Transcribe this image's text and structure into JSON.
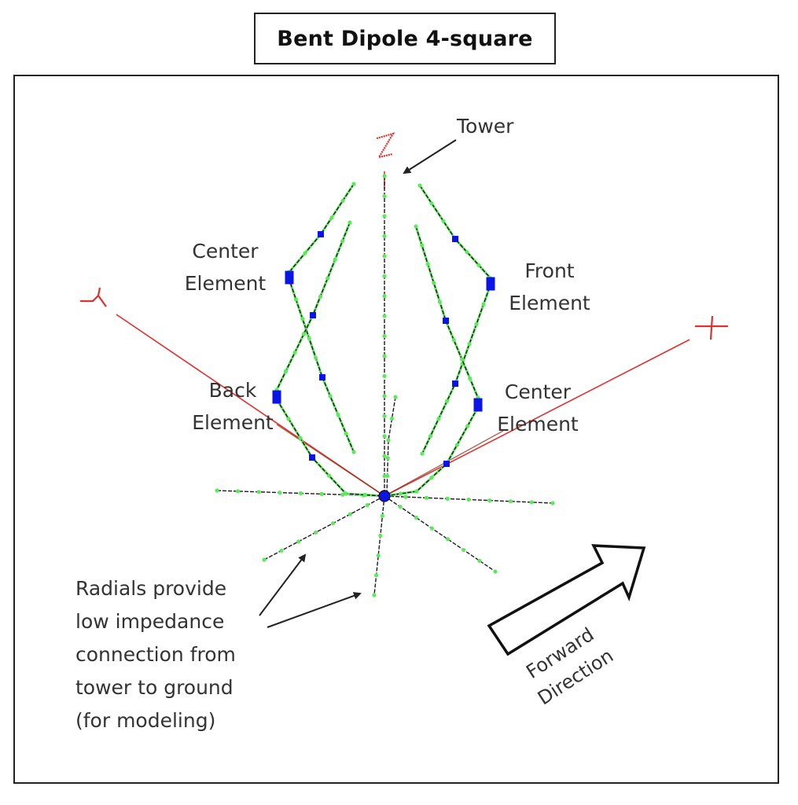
{
  "title": "Bent Dipole 4-square",
  "axes": {
    "x_label": "X",
    "y_label": "Y",
    "z_label": "Z",
    "axis_color": "#e03030"
  },
  "labels": {
    "tower": "Tower",
    "center_element_left": [
      "Center",
      "Element"
    ],
    "front_element": [
      "Front",
      "Element"
    ],
    "back_element": [
      "Back",
      "Element"
    ],
    "center_element_right": [
      "Center",
      "Element"
    ],
    "radials_note": [
      "Radials provide",
      "low impedance",
      "connection from",
      "tower to ground",
      "(for modeling)"
    ],
    "forward_direction": [
      "Forward",
      "Direction"
    ]
  },
  "colors": {
    "wire": "#1a1a1a",
    "segment_marker": "#5ee85e",
    "source_marker": "#0a14e6",
    "axis": "#e03030",
    "text": "#333333"
  },
  "elements": [
    {
      "name": "center-element-left",
      "type": "bent dipole"
    },
    {
      "name": "back-element",
      "type": "bent dipole"
    },
    {
      "name": "front-element",
      "type": "bent dipole"
    },
    {
      "name": "center-element-right",
      "type": "bent dipole"
    }
  ],
  "radial_count": 8
}
